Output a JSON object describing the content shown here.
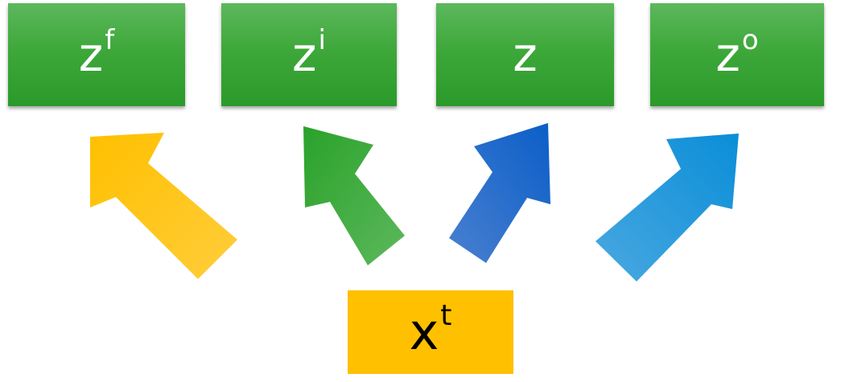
{
  "gates": [
    {
      "id": "f",
      "base": "z",
      "sup": "f"
    },
    {
      "id": "i",
      "base": "z",
      "sup": "i"
    },
    {
      "id": "z",
      "base": "z",
      "sup": ""
    },
    {
      "id": "o",
      "base": "z",
      "sup": "o"
    }
  ],
  "input": {
    "base": "x",
    "sup": "t"
  },
  "colors": {
    "gate_green": "#3ea83a",
    "input_yellow": "#ffc000",
    "arrow_f": "#ffc000",
    "arrow_i": "#35a835",
    "arrow_z": "#1a64c8",
    "arrow_o": "#1a96d6"
  }
}
